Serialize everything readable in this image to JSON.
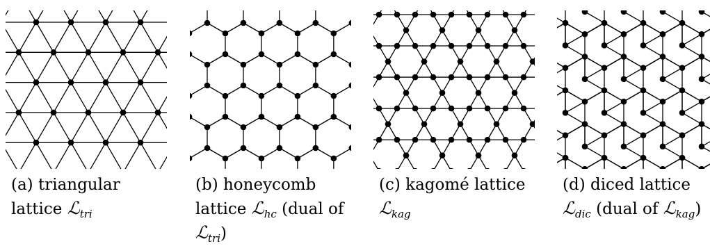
{
  "panels": [
    {
      "lattice": "triangular",
      "caption": {
        "prefix": "(a) triangular lattice",
        "symbol": "ℒ",
        "sub": "tri",
        "suffix": ""
      }
    },
    {
      "lattice": "honeycomb",
      "caption": {
        "prefix": "(b) honeycomb lattice",
        "symbol": "ℒ",
        "sub": "hc",
        "suffix": "(dual of",
        "suffix_symbol": "ℒ",
        "suffix_sub": "tri",
        "suffix_close": ")"
      }
    },
    {
      "lattice": "kagome",
      "caption": {
        "prefix": "(c) kagomé lattice",
        "symbol": "ℒ",
        "sub": "kag",
        "suffix": ""
      }
    },
    {
      "lattice": "diced",
      "caption": {
        "prefix": "(d) diced lattice",
        "symbol": "ℒ",
        "sub": "dic",
        "suffix": "(dual of",
        "suffix_symbol": "ℒ",
        "suffix_sub": "kag",
        "suffix_close": ")"
      }
    }
  ],
  "colors": {
    "line": "#000000",
    "node": "#000000",
    "background": "#ffffff"
  }
}
